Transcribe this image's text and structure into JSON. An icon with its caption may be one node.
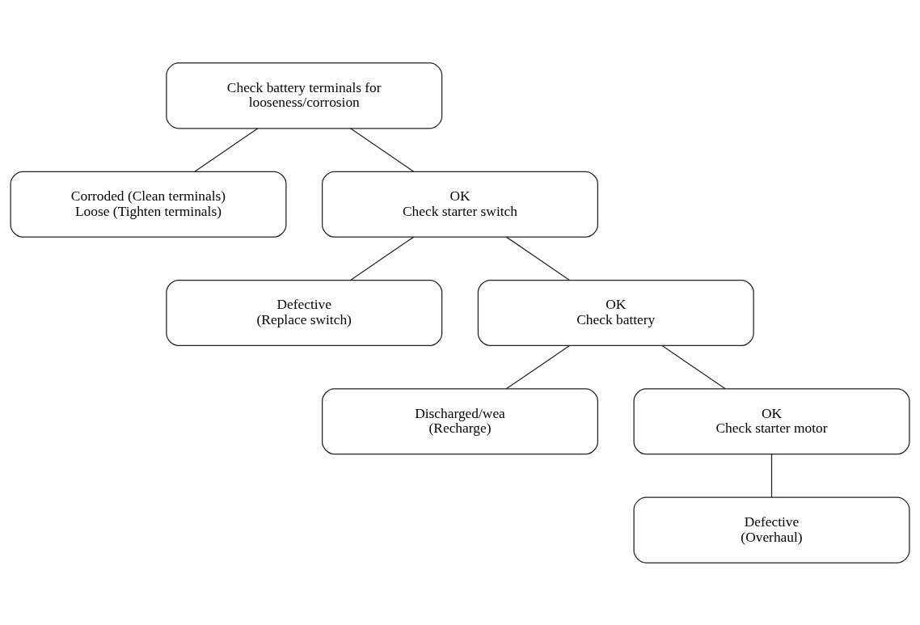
{
  "diagram": {
    "nodes": [
      {
        "text": [
          "Check battery terminals for looseness/corrosion"
        ]
      },
      {
        "text": [
          "Corroded (Clean terminals) Loose (Tighten terminals)"
        ]
      },
      {
        "text": [
          "OK",
          "Check starter switch"
        ]
      },
      {
        "text": [
          "Defective",
          "(Replace switch)"
        ]
      },
      {
        "text": [
          "OK",
          "Check battery"
        ]
      },
      {
        "text": [
          "Discharged/wea",
          "(Recharge)"
        ]
      },
      {
        "text": [
          "OK",
          "Check starter motor"
        ]
      },
      {
        "text": [
          "Defective",
          "(Overhaul)"
        ]
      }
    ],
    "edges": [
      {
        "from": 0,
        "to": 1,
        "arrow": "none"
      },
      {
        "from": 0,
        "to": 2,
        "arrow": "none"
      },
      {
        "from": 2,
        "to": 3,
        "arrow": "none"
      },
      {
        "from": 2,
        "to": 4,
        "arrow": "none"
      },
      {
        "from": 4,
        "to": 5,
        "arrow": "none"
      },
      {
        "from": 4,
        "to": 6,
        "arrow": "none"
      },
      {
        "from": 6,
        "to": 7,
        "arrow": "none"
      }
    ]
  }
}
